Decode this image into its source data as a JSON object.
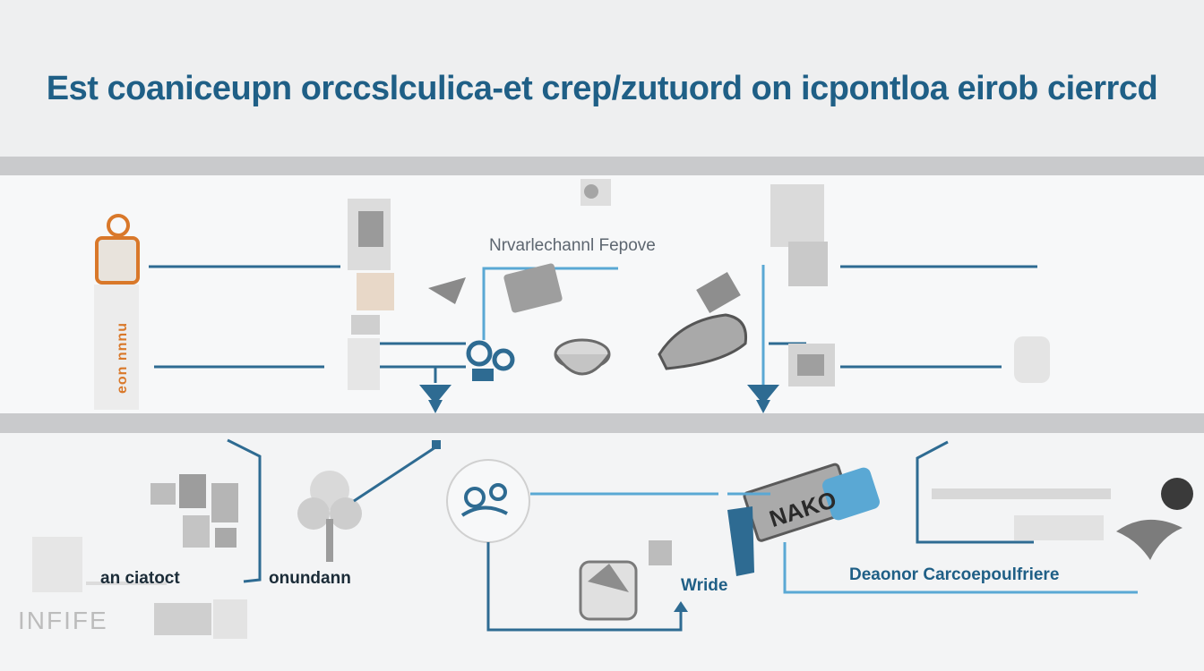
{
  "title": "Est coaniceupn orccslculica-et crep/zutuord on icpontloa eirob cierrcd",
  "upper": {
    "center_label": "Nrvarlechannl Fepove",
    "left_tag": "eon nnnu"
  },
  "lower": {
    "label_left_1": "an ciatoct",
    "label_left_2": "onundann",
    "label_center": "Wride",
    "label_right": "Deaonor Carcoepoulfriere",
    "box_text": "NAKO",
    "corner_text": "INFIFE"
  },
  "colors": {
    "accent": "#2e6b92",
    "accent_light": "#5aa8d4",
    "title": "#1f5f86",
    "orange": "#d9782a",
    "band": "#c9cacc",
    "panel": "#f7f8f9",
    "background": "#eeeff0"
  }
}
